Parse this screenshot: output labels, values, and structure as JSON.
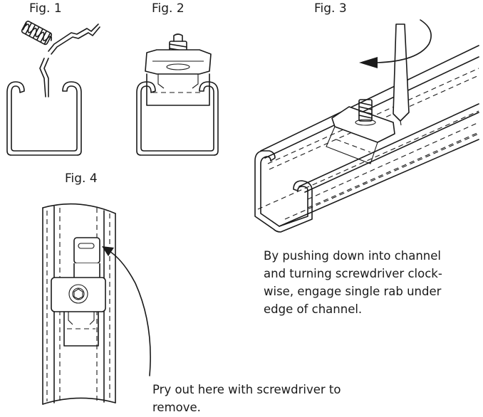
{
  "figures": [
    {
      "label": "Fig. 1"
    },
    {
      "label": "Fig. 2"
    },
    {
      "label": "Fig. 3"
    },
    {
      "label": "Fig. 4"
    }
  ],
  "captions": {
    "install": [
      "By pushing down into channel",
      "and turning screwdriver clock-",
      "wise, engage single rab under",
      "edge of channel."
    ],
    "remove": [
      "Pry out here with screwdriver to",
      "remove."
    ]
  }
}
